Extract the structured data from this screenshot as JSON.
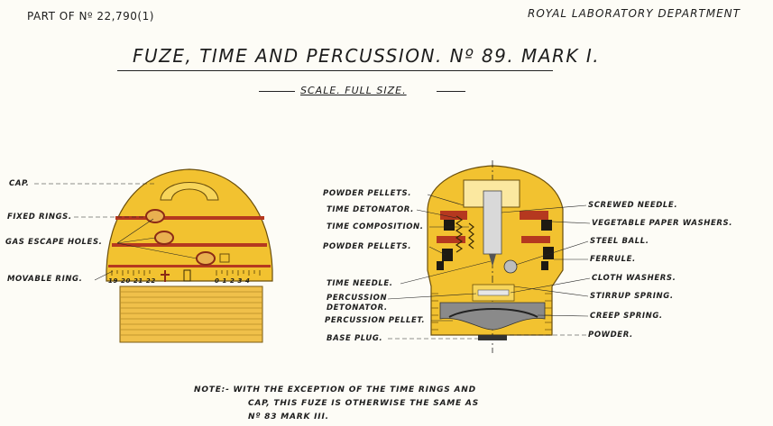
{
  "header": {
    "part_number": "PART OF Nº 22,790(1)",
    "department": "ROYAL LABORATORY DEPARTMENT"
  },
  "title": "FUZE, TIME AND PERCUSSION. Nº 89. MARK I.",
  "scale_note": "SCALE. FULL SIZE.",
  "left_labels": {
    "cap": "CAP.",
    "fixed_rings": "FIXED RINGS.",
    "gas_escape_holes": "GAS ESCAPE HOLES.",
    "movable_ring": "MOVABLE RING."
  },
  "ring_scale_left": "19 20 21 22",
  "ring_scale_right": "0 1 2 3 4",
  "section_left_labels": {
    "powder_pellets_top": "POWDER PELLETS.",
    "time_detonator": "TIME DETONATOR.",
    "time_composition": "TIME COMPOSITION.",
    "powder_pellets_mid": "POWDER PELLETS.",
    "time_needle": "TIME NEEDLE.",
    "percussion_detonator_1": "PERCUSSION",
    "percussion_detonator_2": "DETONATOR.",
    "percussion_pellet": "PERCUSSION PELLET.",
    "base_plug": "BASE PLUG."
  },
  "section_right_labels": {
    "screwed_needle": "SCREWED NEEDLE.",
    "vegetable_paper_washers": "VEGETABLE PAPER WASHERS.",
    "steel_ball": "STEEL BALL.",
    "ferrule": "FERRULE.",
    "cloth_washers": "CLOTH WASHERS.",
    "stirrup_spring": "STIRRUP SPRING.",
    "creep_spring": "CREEP SPRING.",
    "powder": "POWDER."
  },
  "note": {
    "line1": "NOTE:- WITH THE EXCEPTION OF THE TIME RINGS AND",
    "line2": "CAP, THIS FUZE IS OTHERWISE THE SAME AS",
    "line3": "Nº 83 MARK III."
  },
  "colors": {
    "brass": "#f2c230",
    "brass_dark": "#d9a41a",
    "ring_red": "#b5381f",
    "powder": "#8a8a8a"
  }
}
